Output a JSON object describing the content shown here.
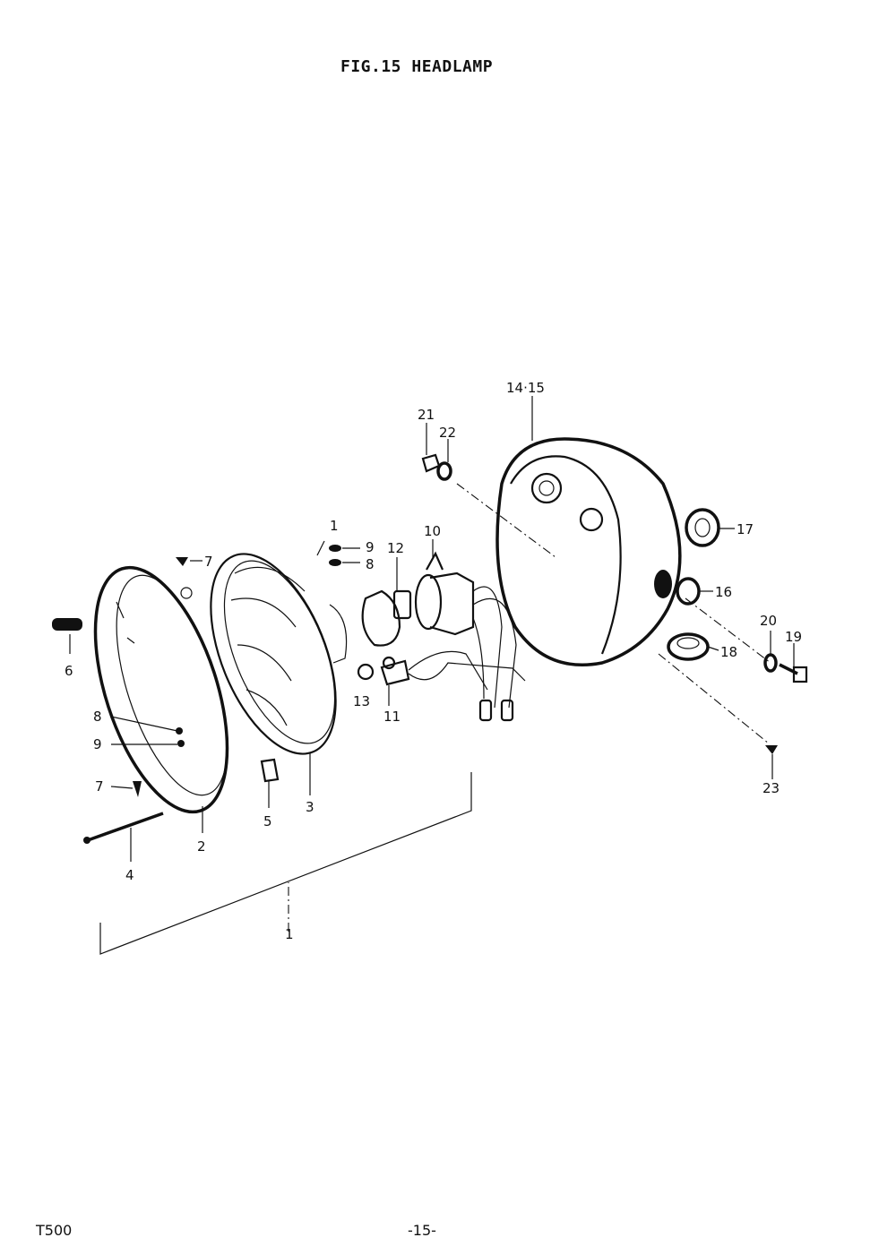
{
  "page": {
    "title": "FIG.15  HEADLAMP",
    "model": "T500",
    "page_number": "-15-"
  },
  "callouts": {
    "c1": "1",
    "c1_top": "1",
    "c2": "2",
    "c3": "3",
    "c4": "4",
    "c5": "5",
    "c6": "6",
    "c7a": "7",
    "c7b": "7",
    "c8a": "8",
    "c8b": "8",
    "c9a": "9",
    "c9b": "9",
    "c10": "10",
    "c11": "11",
    "c12": "12",
    "c13": "13",
    "c14_15": "14·15",
    "c16": "16",
    "c17": "17",
    "c18": "18",
    "c19": "19",
    "c20": "20",
    "c21": "21",
    "c22": "22",
    "c23": "23"
  }
}
